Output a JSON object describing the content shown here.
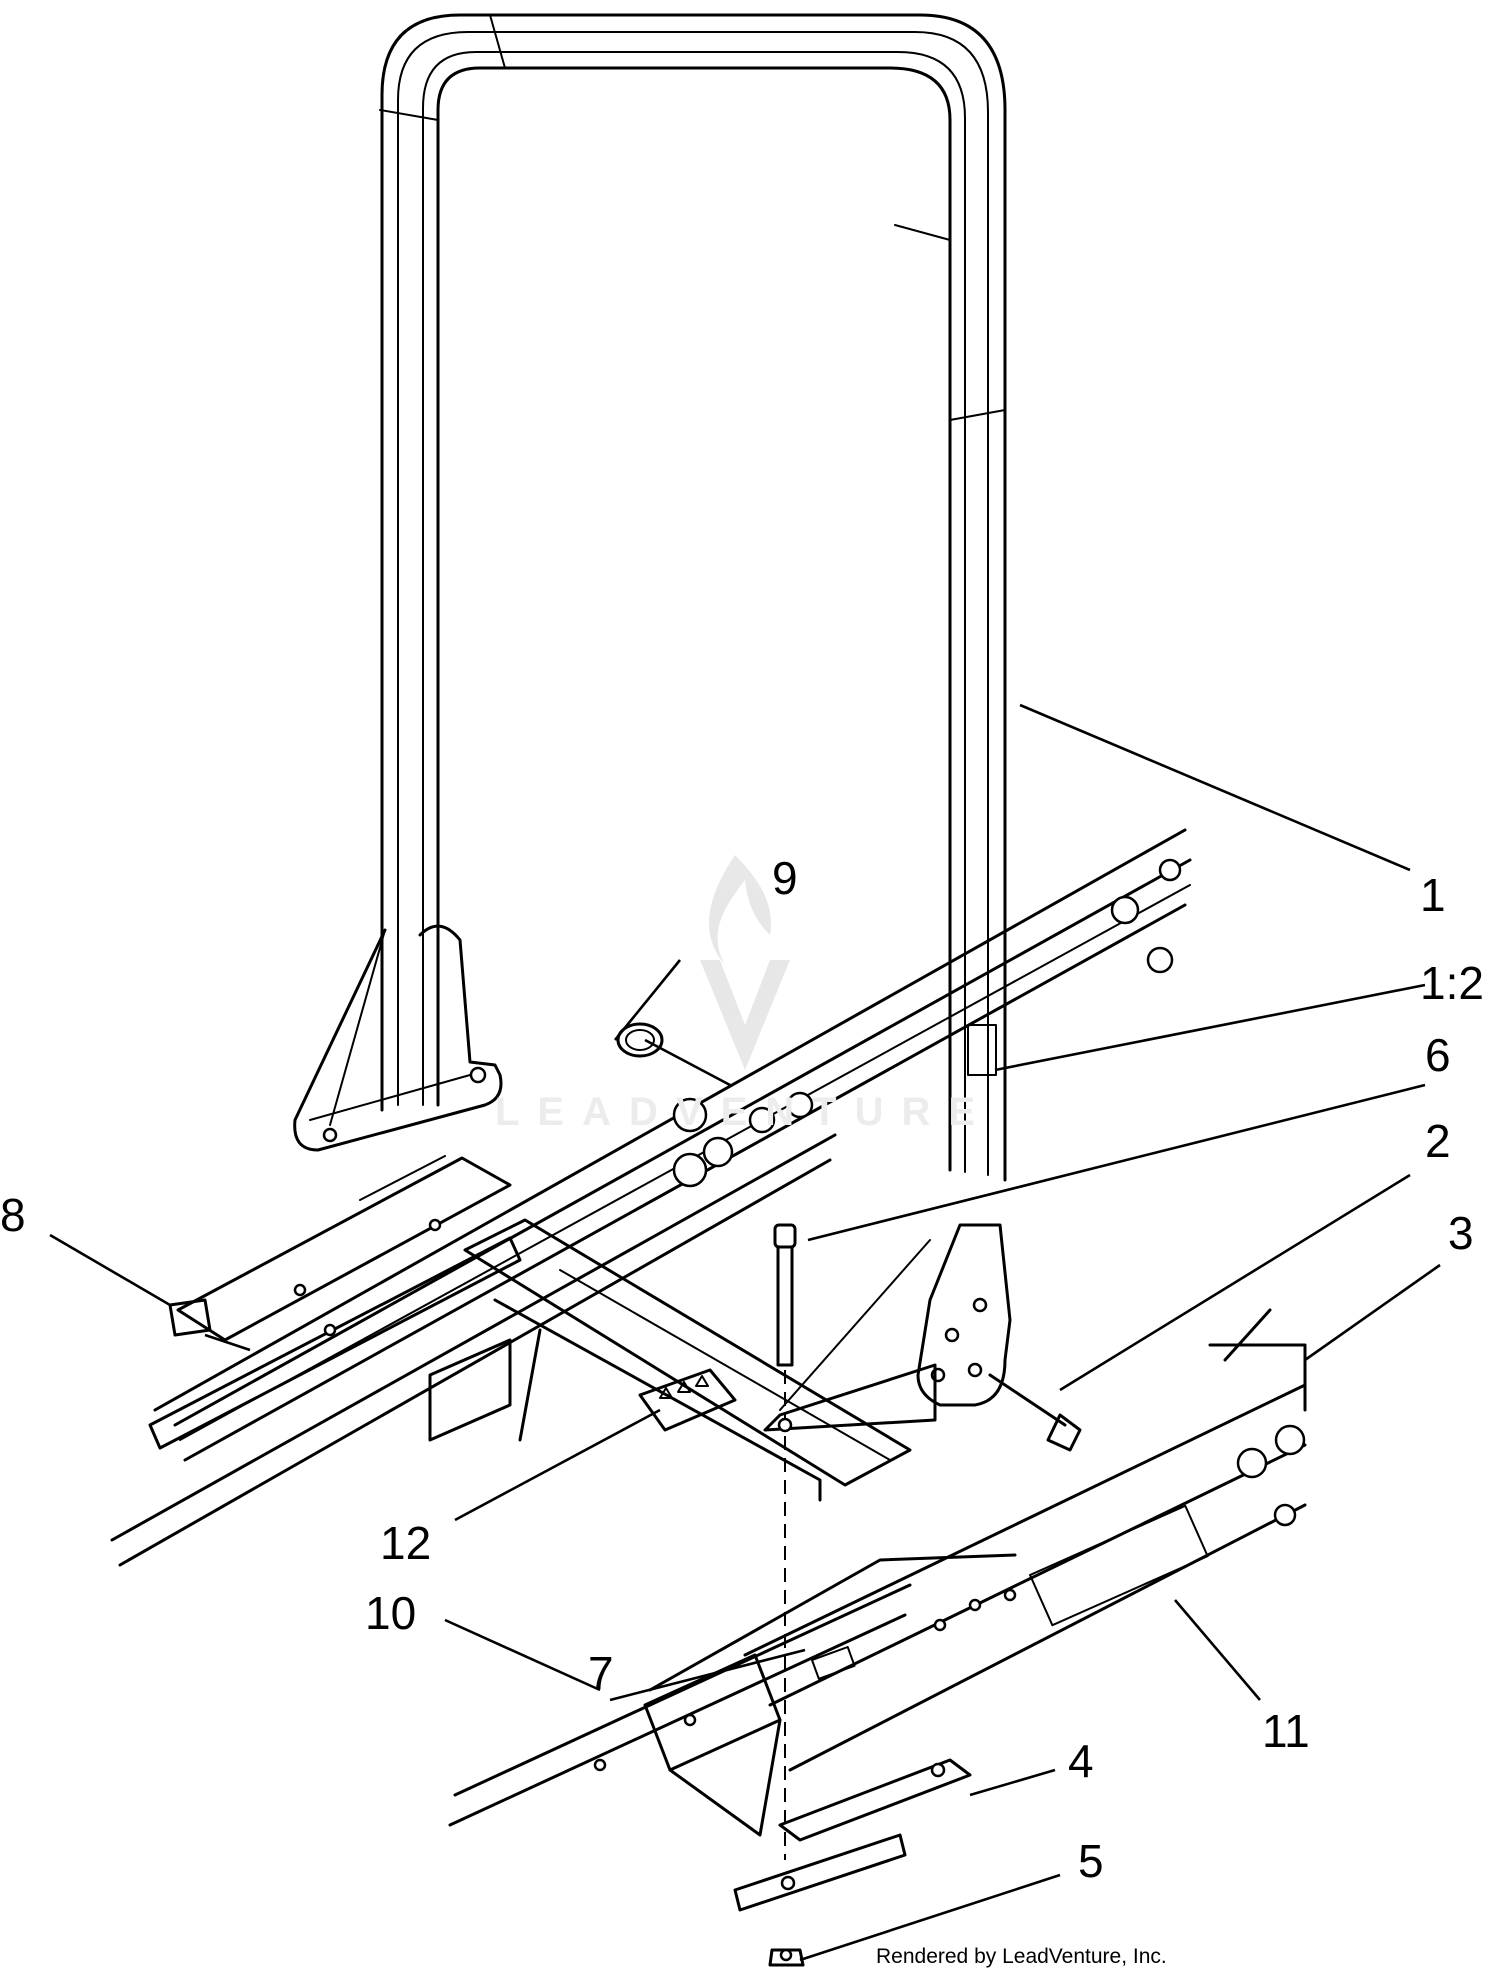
{
  "callouts": {
    "c1": "1",
    "c1_2": "1:2",
    "c2": "2",
    "c3": "3",
    "c4": "4",
    "c5": "5",
    "c6": "6",
    "c7": "7",
    "c8": "8",
    "c9": "9",
    "c10": "10",
    "c11": "11",
    "c12": "12"
  },
  "credit": "Rendered by LeadVenture, Inc.",
  "watermark": "LEADVENTURE",
  "colors": {
    "line": "#000000",
    "background": "#ffffff",
    "watermark": "#ececec"
  }
}
